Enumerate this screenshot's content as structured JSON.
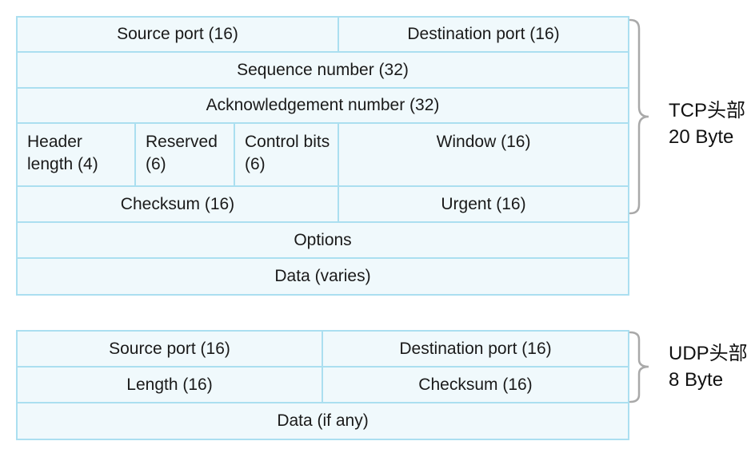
{
  "colors": {
    "cell_fill": "#f0f9fc",
    "cell_border": "#abdff0",
    "brace": "#a9a9a9",
    "text": "#1a1a1a"
  },
  "tcp_header": {
    "brace_label_line1": "TCP头部",
    "brace_label_line2": "20 Byte",
    "rows": [
      {
        "cells": [
          {
            "label": "Source port (16)"
          },
          {
            "label": "Destination port (16)"
          }
        ]
      },
      {
        "cells": [
          {
            "label": "Sequence number (32)"
          }
        ]
      },
      {
        "cells": [
          {
            "label": "Acknowledgement number (32)"
          }
        ]
      },
      {
        "cells": [
          {
            "label": "Header length (4)"
          },
          {
            "label": "Reserved (6)"
          },
          {
            "label": "Control bits (6)"
          },
          {
            "label": "Window (16)"
          }
        ]
      },
      {
        "cells": [
          {
            "label": "Checksum (16)"
          },
          {
            "label": "Urgent (16)"
          }
        ]
      },
      {
        "cells": [
          {
            "label": "Options"
          }
        ]
      },
      {
        "cells": [
          {
            "label": "Data (varies)"
          }
        ]
      }
    ]
  },
  "udp_header": {
    "brace_label_line1": "UDP头部",
    "brace_label_line2": "8 Byte",
    "rows": [
      {
        "cells": [
          {
            "label": "Source port (16)"
          },
          {
            "label": "Destination port (16)"
          }
        ]
      },
      {
        "cells": [
          {
            "label": "Length (16)"
          },
          {
            "label": "Checksum (16)"
          }
        ]
      },
      {
        "cells": [
          {
            "label": "Data (if any)"
          }
        ]
      }
    ]
  }
}
